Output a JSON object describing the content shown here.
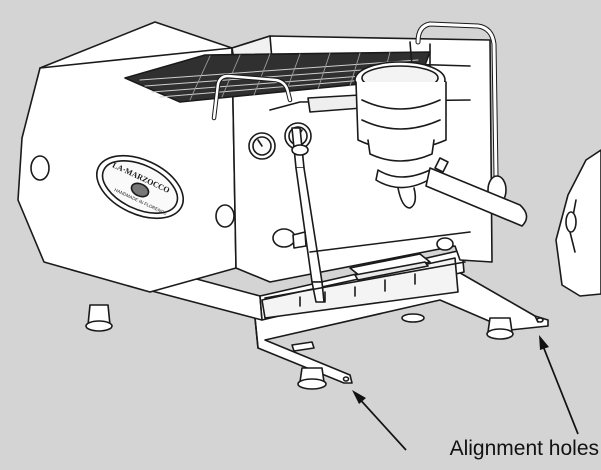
{
  "figure": {
    "callout_label": "Alignment holes",
    "logo_text": "LA·MARZOCCO",
    "logo_subtext": "HANDMADE IN FLORENCE"
  },
  "colors": {
    "background": "#d4d4d4",
    "machine_fill": "#ffffff",
    "line": "#1a1a1a",
    "grate": "#2a2a2a"
  }
}
